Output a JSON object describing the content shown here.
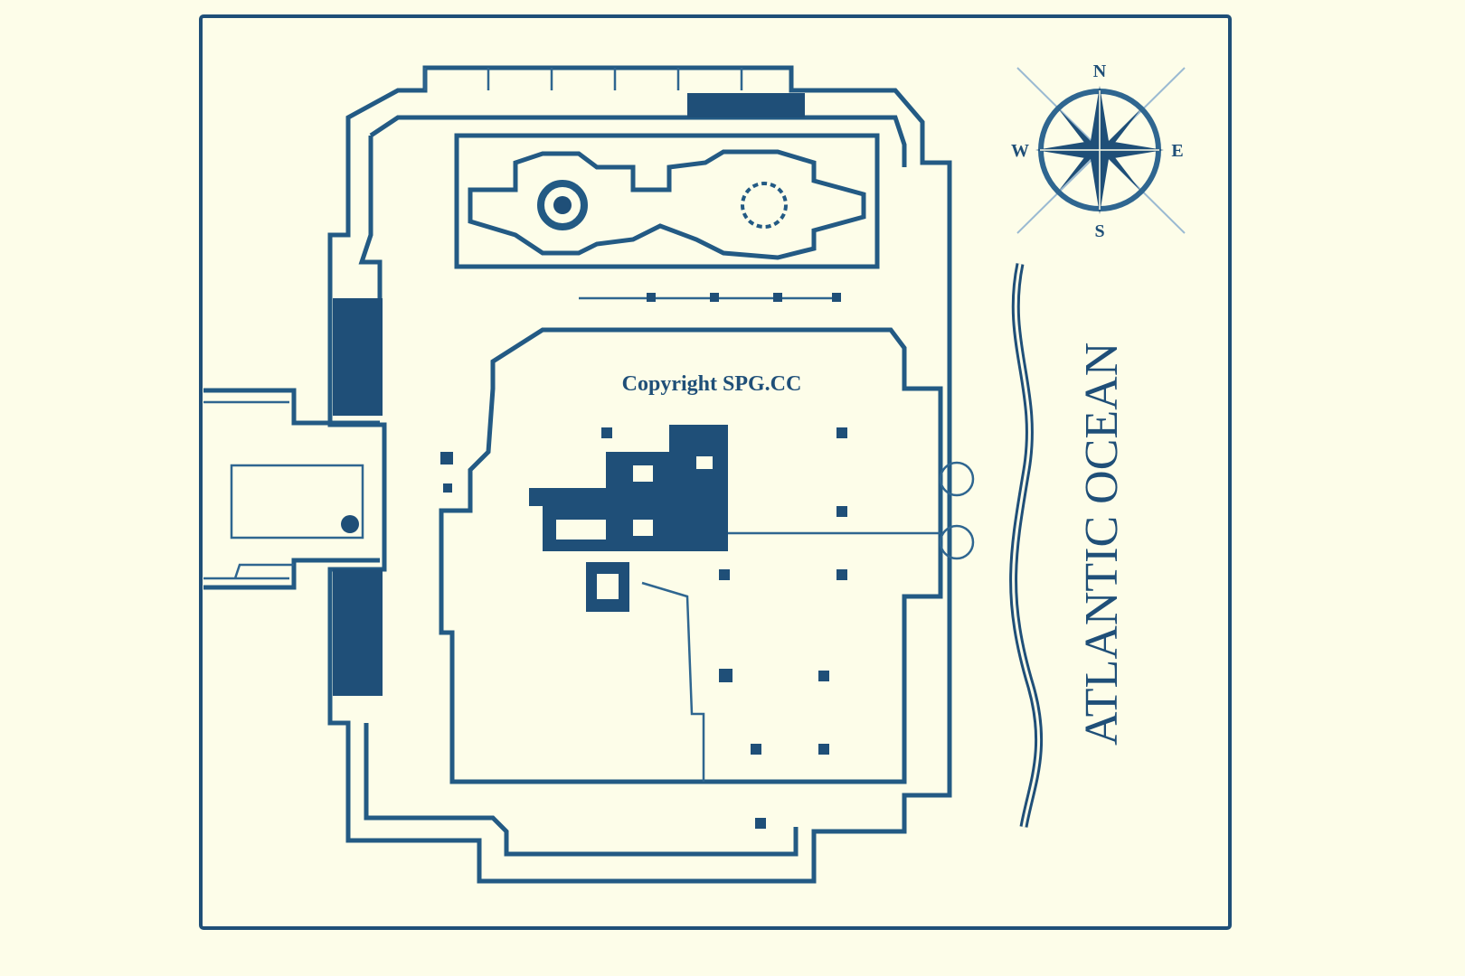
{
  "plan": {
    "copyright": "Copyright SPG.CC",
    "ocean_label": "ATLANTIC OCEAN"
  },
  "compass": {
    "n": "N",
    "e": "E",
    "s": "S",
    "w": "W"
  },
  "colors": {
    "background": "#fdfde9",
    "ink": "#235a84"
  }
}
